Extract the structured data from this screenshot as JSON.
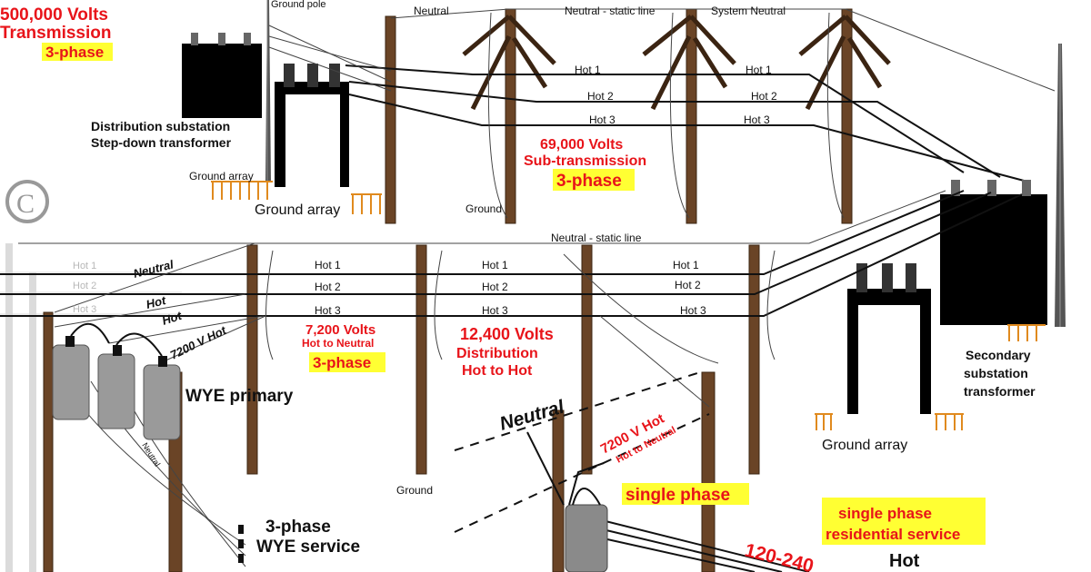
{
  "top": {
    "transmission_voltage": "500,000 Volts",
    "transmission_word": "Transmission",
    "transmission_phase": "3-phase",
    "ground_pole": "Ground pole",
    "substation_line1": "Distribution substation",
    "substation_line2": "Step-down transformer",
    "ground_array_small": "Ground array",
    "ground_array_large": "Ground array",
    "neutral": "Neutral",
    "neutral_static": "Neutral - static line",
    "system_neutral": "System Neutral",
    "hot1_a": "Hot 1",
    "hot2_a": "Hot 2",
    "hot3_a": "Hot 3",
    "hot1_b": "Hot 1",
    "hot2_b": "Hot 2",
    "hot3_b": "Hot 3",
    "sub_voltage": "69,000 Volts",
    "sub_word": "Sub-transmission",
    "sub_phase": "3-phase",
    "ground": "Ground",
    "copyright": "C"
  },
  "bottom": {
    "neutral_static": "Neutral - static line",
    "ghost_hot1": "Hot 1",
    "ghost_hot2": "Hot 2",
    "ghost_hot3": "Hot 3",
    "neutral_diag": "Neutral",
    "hot_diag1": "Hot",
    "hot_diag2": "Hot",
    "hot_7200_diag": "7200 V Hot",
    "span1_hot1": "Hot 1",
    "span1_hot2": "Hot 2",
    "span1_hot3": "Hot 3",
    "span2_hot1": "Hot 1",
    "span2_hot2": "Hot 2",
    "span2_hot3": "Hot 3",
    "span3_hot1": "Hot 1",
    "span3_hot2": "Hot 2",
    "span3_hot3": "Hot 3",
    "v7200": "7,200 Volts",
    "hot_to_neutral": "Hot to Neutral",
    "three_phase": "3-phase",
    "v12400": "12,400 Volts",
    "distribution": "Distribution",
    "hot_to_hot": "Hot to Hot",
    "wye_primary": "WYE primary",
    "neutral_small": "Neutral",
    "ground": "Ground",
    "three_phase_wye_line1": "3-phase",
    "three_phase_wye_line2": "WYE service",
    "neutral_big": "Neutral",
    "hot_7200_right": "7200 V Hot",
    "hot_to_neutral_right": "Hot to Neutral",
    "single_phase": "single phase",
    "residential_line1": "single phase",
    "residential_line2": "residential service",
    "hot_bottom": "Hot",
    "v120_240": "120-240",
    "secondary_line1": "Secondary",
    "secondary_line2": "substation",
    "secondary_line3": "transformer",
    "ground_array": "Ground array"
  },
  "colors": {
    "red": "#e8141a",
    "highlight": "#ffff33",
    "pole": "#6a4426",
    "ground_rods": "#e08a1e"
  }
}
